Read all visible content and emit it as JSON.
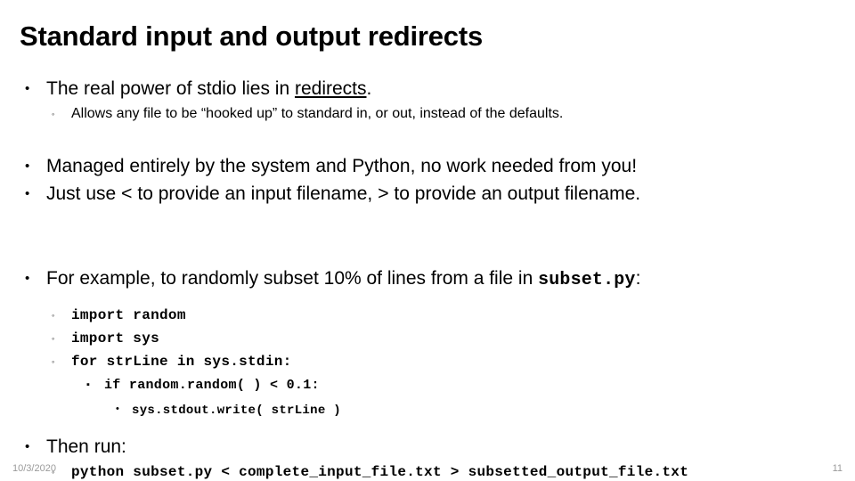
{
  "slide": {
    "title": "Standard input and output redirects",
    "bullets": {
      "b1_pre": "The real power of stdio lies in ",
      "b1_underlined": "redirects",
      "b1_post": ".",
      "b1_sub": "Allows any file to be “hooked up” to standard in, or out, instead of the defaults.",
      "b2": "Managed entirely by the system and Python, no work needed from you!",
      "b3_part1": "Just use ",
      "b3_lt": "<",
      "b3_part2": " to provide an input filename, ",
      "b3_gt": ">",
      "b3_part3": " to provide an output filename.",
      "b4_pre": "For example, to randomly subset 10% of lines from a file in ",
      "b4_mono": "subset.py",
      "b4_post": ":",
      "code1": "import random",
      "code2": "import sys",
      "code3": "for strLine in sys.stdin:",
      "code4": "if random.random( ) < 0.1:",
      "code5": "sys.stdout.write( strLine )",
      "b5": "Then run:",
      "code6": "python subset.py < complete_input_file.txt > subsetted_output_file.txt"
    },
    "bullet_glyphs": {
      "level1": "•",
      "level2": "◦",
      "level3": "▪",
      "level4": "•"
    },
    "footer": {
      "date": "10/3/2020",
      "page_number": "11"
    },
    "colors": {
      "text": "#000000",
      "footer_text": "#9a9a9a",
      "background": "#ffffff"
    }
  }
}
